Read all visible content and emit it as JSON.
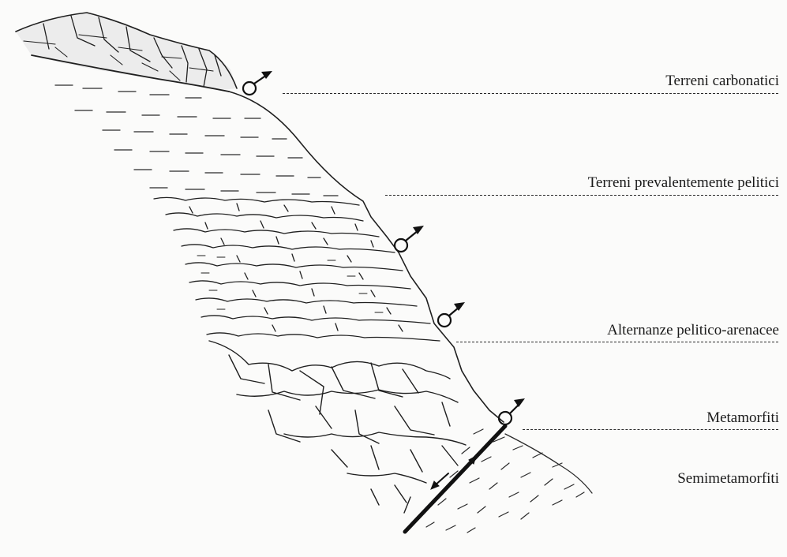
{
  "labels": {
    "carbonatic": "Terreni carbonatici",
    "pelitic": "Terreni prevalentemente pelitici",
    "alternating": "Alternanze pelitico-arenacee",
    "metamorphic": "Metamorfiti",
    "semimetamorphic": "Semimetamorfiti"
  },
  "springs": 4,
  "colors": {
    "ink": "#1f1f1f",
    "limestone_fill": "#ececec",
    "background": "#fbfbfa"
  }
}
